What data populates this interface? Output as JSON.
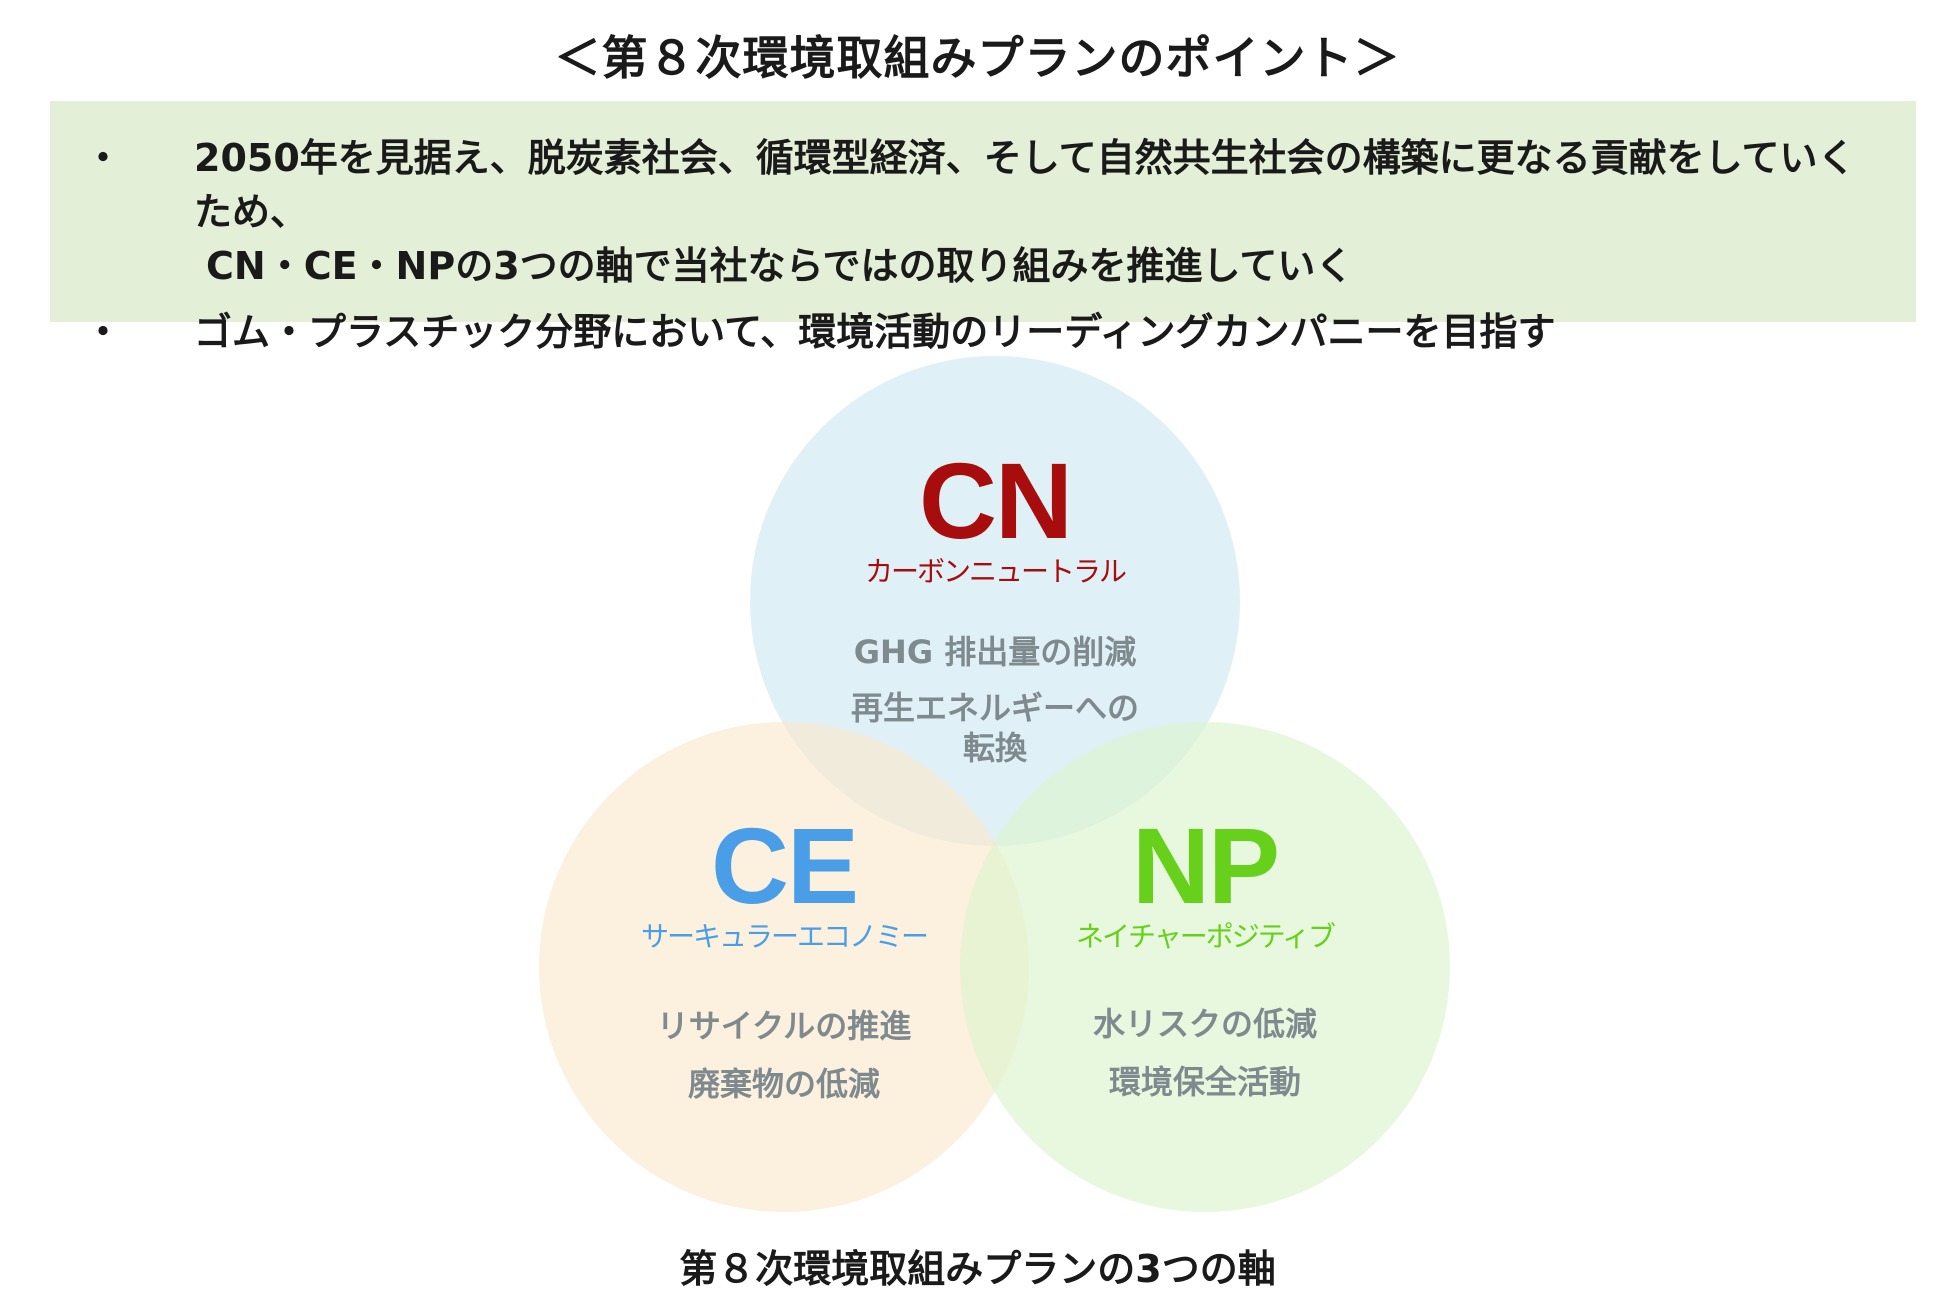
{
  "title": "＜第８次環境取組みプランのポイント＞",
  "points": [
    {
      "bullet": "・",
      "lines": [
        "2050年を見据え、脱炭素社会、循環型経済、そして自然共生社会の構築に更なる貢献をしていくため、",
        "CN・CE・NPの3つの軸で当社ならではの取り組みを推進していく"
      ]
    },
    {
      "bullet": "・",
      "lines": [
        "ゴム・プラスチック分野において、環境活動のリーディングカンパニーを目指す"
      ]
    }
  ],
  "circles": {
    "cn": {
      "abbr": "CN",
      "reading": "カーボンニュートラル",
      "items": [
        "GHG 排出量の削減",
        "再生エネルギーへの",
        "転換"
      ],
      "color": "#a80d0d",
      "fill": "#cfe8f3"
    },
    "ce": {
      "abbr": "CE",
      "reading": "サーキュラーエコノミー",
      "items": [
        "リサイクルの推進",
        "廃棄物の低減"
      ],
      "color": "#4a9ee8",
      "fill": "#fbe8cc"
    },
    "np": {
      "abbr": "NP",
      "reading": "ネイチャーポジティブ",
      "items": [
        "水リスクの低減",
        "環境保全活動"
      ],
      "color": "#66d01a",
      "fill": "#dcf5cd"
    }
  },
  "caption": "第８次環境取組みプランの3つの軸"
}
